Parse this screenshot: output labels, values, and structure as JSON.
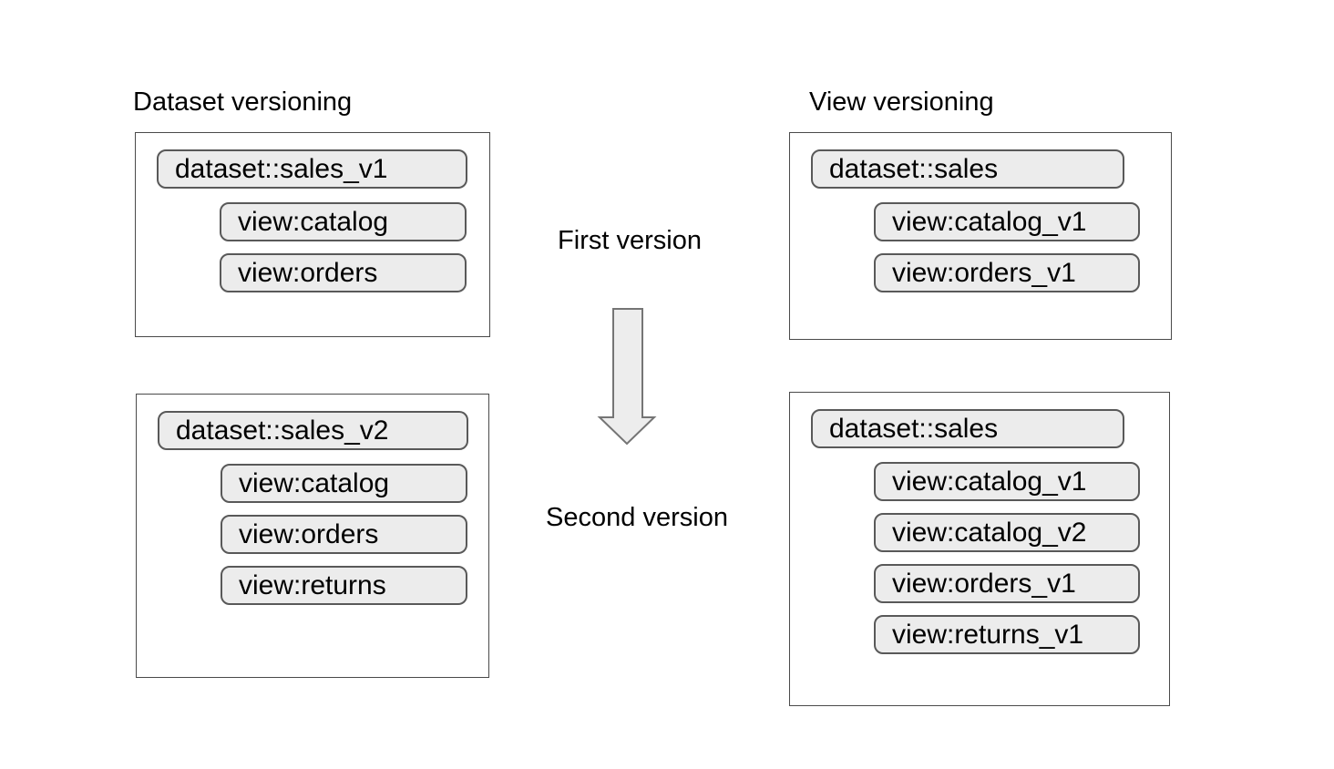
{
  "titles": {
    "left": "Dataset versioning",
    "right": "View versioning"
  },
  "middle": {
    "first_label": "First version",
    "second_label": "Second version"
  },
  "panels": [
    {
      "name": "dataset-versioning-first",
      "dataset": "dataset::sales_v1",
      "views": [
        "view:catalog",
        "view:orders"
      ]
    },
    {
      "name": "view-versioning-first",
      "dataset": "dataset::sales",
      "views": [
        "view:catalog_v1",
        "view:orders_v1"
      ]
    },
    {
      "name": "dataset-versioning-second",
      "dataset": "dataset::sales_v2",
      "views": [
        "view:catalog",
        "view:orders",
        "view:returns"
      ]
    },
    {
      "name": "view-versioning-second",
      "dataset": "dataset::sales",
      "views": [
        "view:catalog_v1",
        "view:catalog_v2",
        "view:orders_v1",
        "view:returns_v1"
      ]
    }
  ],
  "colors": {
    "background": "#ffffff",
    "text": "#000000",
    "box_border": "#4a4a4a",
    "pill_fill": "#ececec",
    "pill_border": "#595959",
    "arrow_fill": "#ededed",
    "arrow_stroke": "#757575"
  }
}
